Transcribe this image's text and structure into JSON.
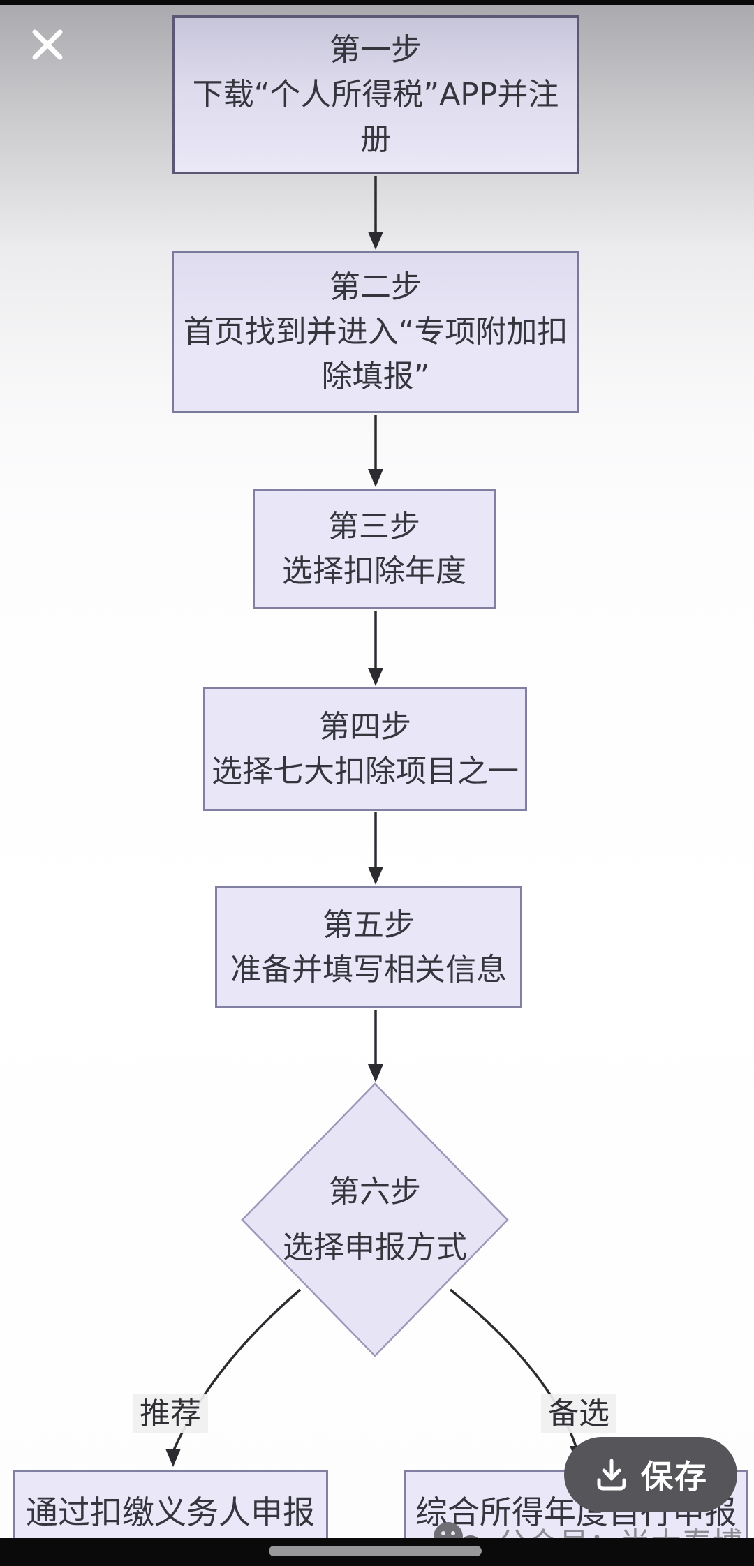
{
  "viewer": {
    "close_icon": "close-x-icon",
    "save_button": {
      "label": "保存",
      "icon": "download-icon"
    },
    "watermark": {
      "text": "公众号：尚大春博士说税",
      "icon": "wechat-icon"
    },
    "home_indicator": "home-indicator"
  },
  "flowchart": {
    "steps": [
      {
        "shape": "rect",
        "lines": [
          "第一步",
          "下载“个人所得税”APP并注",
          "册"
        ]
      },
      {
        "shape": "rect",
        "lines": [
          "第二步",
          "首页找到并进入“专项附加扣",
          "除填报”"
        ]
      },
      {
        "shape": "rect",
        "lines": [
          "第三步",
          "选择扣除年度"
        ]
      },
      {
        "shape": "rect",
        "lines": [
          "第四步",
          "选择七大扣除项目之一"
        ]
      },
      {
        "shape": "rect",
        "lines": [
          "第五步",
          "准备并填写相关信息"
        ]
      },
      {
        "shape": "diamond",
        "lines": [
          "第六步",
          "选择申报方式"
        ]
      }
    ],
    "branch_labels": {
      "left": "推荐",
      "right": "备选"
    },
    "outcomes": {
      "left": "通过扣缴义务人申报",
      "right": "综合所得年度自行申报"
    }
  },
  "colors": {
    "node_fill": "#e8e6f7",
    "node_border": "#8280a2",
    "connector": "#2c2c30",
    "save_button_bg": "#565559",
    "bottom_bar": "#0a0a0a",
    "watermark_text": "#8b8b91"
  }
}
